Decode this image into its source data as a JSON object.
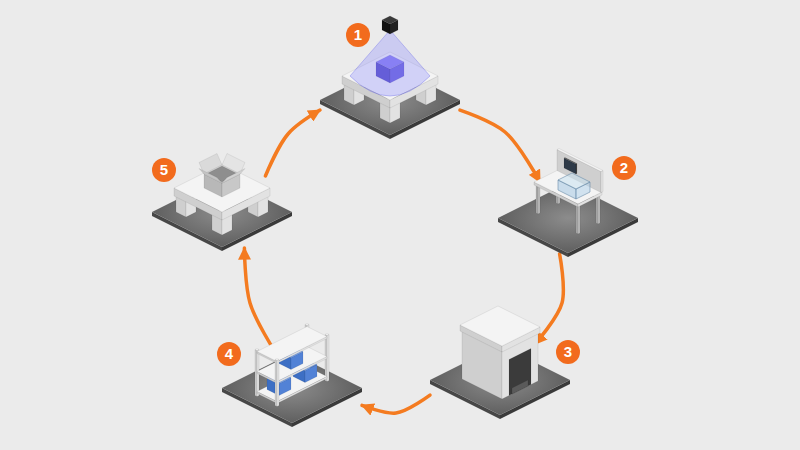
{
  "diagram": {
    "nodes": [
      {
        "text": [
          "1"
        ]
      },
      {
        "text": [
          "2"
        ]
      },
      {
        "text": [
          "3"
        ]
      },
      {
        "text": [
          "4"
        ]
      },
      {
        "text": [
          "5"
        ]
      }
    ],
    "edges": [
      {
        "from": 0,
        "to": 1,
        "arrow": "to"
      },
      {
        "from": 1,
        "to": 2,
        "arrow": "to"
      },
      {
        "from": 2,
        "to": 3,
        "arrow": "to"
      },
      {
        "from": 3,
        "to": 4,
        "arrow": "to"
      },
      {
        "from": 4,
        "to": 0,
        "arrow": "to"
      }
    ]
  }
}
